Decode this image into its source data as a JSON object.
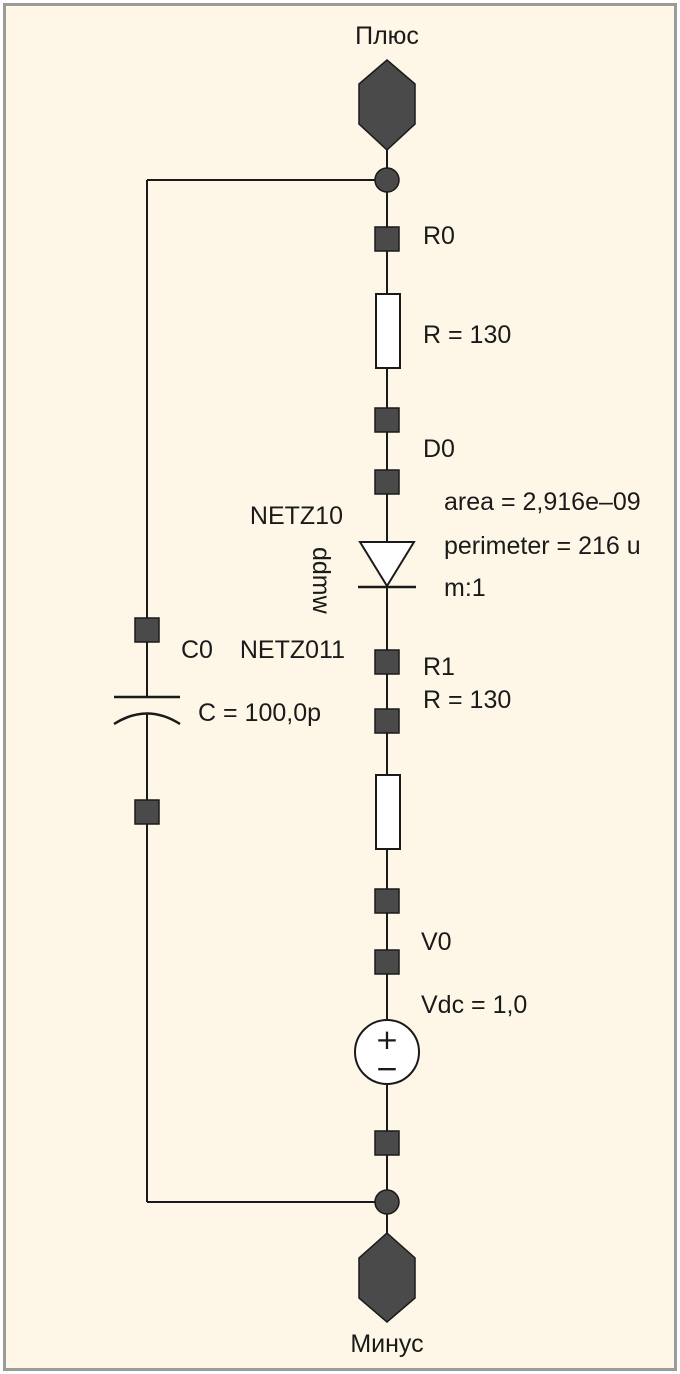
{
  "terminals": {
    "top": "Плюс",
    "bottom": "Минус"
  },
  "resistor_r0": {
    "name": "R0",
    "value": "R = 130"
  },
  "diode_d0": {
    "name": "D0",
    "model": "ddmw",
    "area": "area = 2,916e–09",
    "perimeter": "perimeter = 216 u",
    "multiplier": "m:1"
  },
  "nets": {
    "anode": "NETZ10",
    "cathode": "NETZ011"
  },
  "resistor_r1": {
    "name": "R1",
    "value": "R = 130"
  },
  "source_v0": {
    "name": "V0",
    "value": "Vdc = 1,0",
    "plus_sign": "+",
    "minus_sign": "−"
  },
  "capacitor_c0": {
    "name": "C0",
    "value": "C = 100,0p"
  },
  "colors": {
    "background": "#fef7e8",
    "border": "#9b9b9b",
    "pin": "#4a4a4a",
    "wire": "#1a1a1a"
  }
}
